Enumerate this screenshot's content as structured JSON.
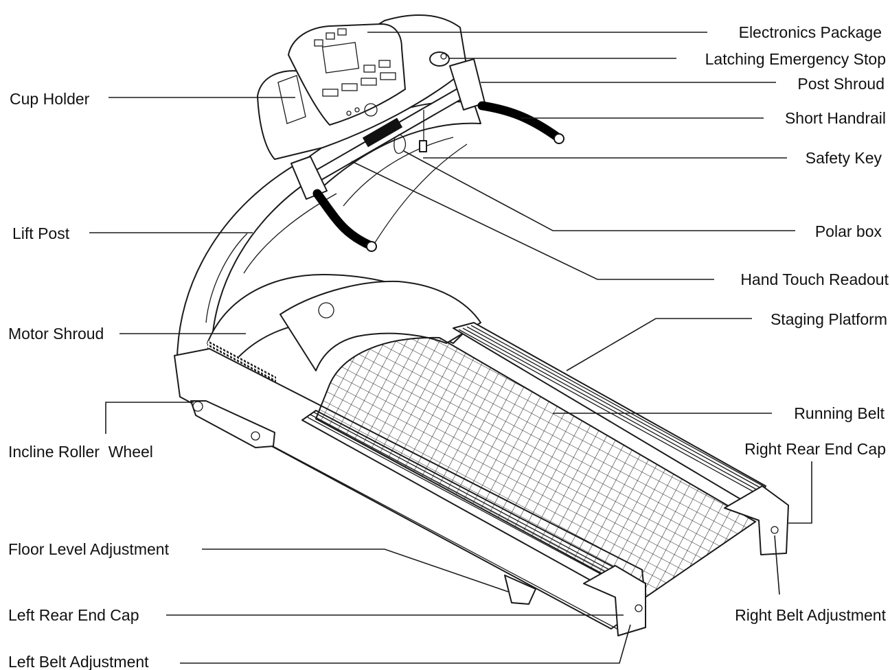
{
  "diagram": {
    "labels_right": {
      "electronics_package": "Electronics Package",
      "latching_emergency_stop": "Latching Emergency Stop",
      "post_shroud": "Post Shroud",
      "short_handrail": "Short Handrail",
      "safety_key": "Safety Key",
      "polar_box": "Polar box",
      "hand_touch_readout": "Hand Touch Readout",
      "staging_platform": "Staging Platform",
      "running_belt": "Running Belt",
      "right_rear_end_cap": "Right Rear End Cap",
      "right_belt_adjustment": "Right Belt Adjustment"
    },
    "labels_left": {
      "cup_holder": "Cup Holder",
      "lift_post": "Lift Post",
      "motor_shroud": "Motor Shroud",
      "incline_roller_wheel": "Incline Roller  Wheel",
      "floor_level_adjustment": "Floor Level Adjustment",
      "left_rear_end_cap": "Left Rear End Cap",
      "left_belt_adjustment": "Left Belt Adjustment"
    }
  }
}
